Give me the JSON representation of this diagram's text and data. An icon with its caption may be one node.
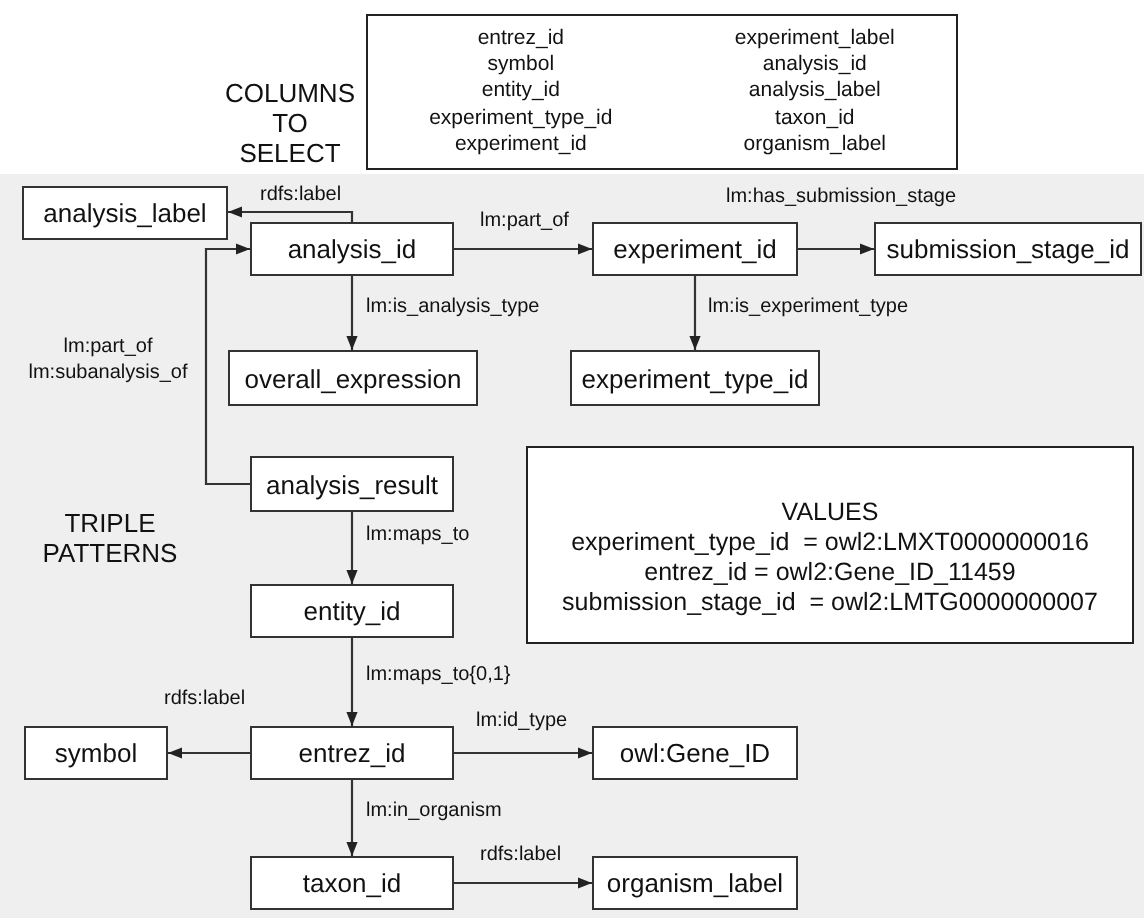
{
  "diagram": {
    "nodes": [
      {
        "text": [
          "entrez_id",
          "symbol",
          "entity_id",
          "experiment_type_id",
          "experiment_id",
          "experiment_label",
          "analysis_id",
          "analysis_label",
          "taxon_id",
          "organism_label"
        ]
      },
      {
        "text": [
          "TRIPLE PATTERNS"
        ]
      },
      {
        "text": [
          "analysis_label"
        ],
        "in": 1
      },
      {
        "text": [
          "analysis_id"
        ],
        "in": 1
      },
      {
        "text": [
          "experiment_id"
        ],
        "in": 1
      },
      {
        "text": [
          "submission_stage_id"
        ],
        "in": 1
      },
      {
        "text": [
          "overall_expression"
        ],
        "in": 1
      },
      {
        "text": [
          "experiment_type_id"
        ],
        "in": 1
      },
      {
        "text": [
          "analysis_result"
        ],
        "in": 1
      },
      {
        "text": [
          "VALUES",
          "experiment_type_id  = owl2:LMXT0000000016",
          "entrez_id = owl2:Gene_ID_11459",
          "submission_stage_id  = owl2:LMTG0000000007"
        ],
        "in": 1
      },
      {
        "text": [
          "entity_id"
        ],
        "in": 1
      },
      {
        "text": [
          "symbol"
        ],
        "in": 1
      },
      {
        "text": [
          "entrez_id"
        ],
        "in": 1
      },
      {
        "text": [
          "owl:Gene_ID"
        ],
        "in": 1
      },
      {
        "text": [
          "taxon_id"
        ],
        "in": 1
      },
      {
        "text": [
          "organism_label"
        ],
        "in": 1
      }
    ],
    "edges": [
      {
        "from": 3,
        "to": 2,
        "arrow": "to",
        "label": "rdfs:label"
      },
      {
        "from": 3,
        "to": 4,
        "arrow": "to",
        "label": "lm:part_of"
      },
      {
        "from": 4,
        "to": 5,
        "arrow": "to",
        "label": "lm:has_submission_stage"
      },
      {
        "from": 3,
        "to": 6,
        "arrow": "to",
        "label": "lm:is_analysis_type"
      },
      {
        "from": 4,
        "to": 7,
        "arrow": "to",
        "label": "lm:is_experiment_type"
      },
      {
        "from": 8,
        "to": 3,
        "arrow": "to",
        "label": "lm:part_of lm:subanalysis_of"
      },
      {
        "from": 8,
        "to": 10,
        "arrow": "to",
        "label": "lm:maps_to"
      },
      {
        "from": 10,
        "to": 12,
        "arrow": "to",
        "label": "lm:maps_to{0,1}"
      },
      {
        "from": 12,
        "to": 11,
        "arrow": "to",
        "label": "rdfs:label"
      },
      {
        "from": 12,
        "to": 13,
        "arrow": "to",
        "label": "lm:id_type"
      },
      {
        "from": 12,
        "to": 14,
        "arrow": "to",
        "label": "lm:in_organism"
      },
      {
        "from": 14,
        "to": 15,
        "arrow": "to",
        "label": "rdfs:label"
      }
    ],
    "labels": [
      "COLUMNS TO SELECT"
    ]
  }
}
